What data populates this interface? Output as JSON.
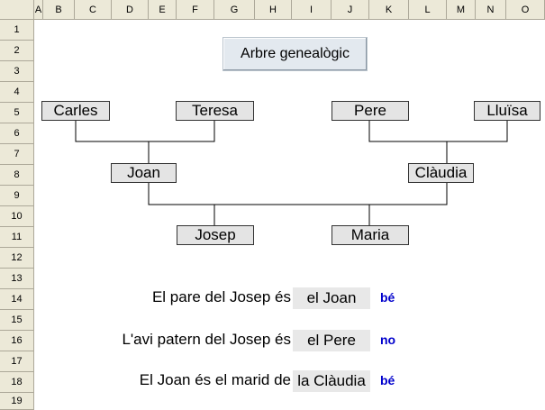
{
  "sheet": {
    "columns": [
      "A",
      "B",
      "C",
      "D",
      "E",
      "F",
      "G",
      "H",
      "I",
      "J",
      "K",
      "L",
      "M",
      "N",
      "O"
    ],
    "rows": [
      "1",
      "2",
      "3",
      "4",
      "5",
      "6",
      "7",
      "8",
      "9",
      "10",
      "11",
      "12",
      "13",
      "14",
      "15",
      "16",
      "17",
      "18",
      "19"
    ]
  },
  "button": {
    "label": "Arbre genealògic"
  },
  "tree": {
    "carles": "Carles",
    "teresa": "Teresa",
    "pere": "Pere",
    "lluisa": "Lluïsa",
    "joan": "Joan",
    "claudia": "Clàudia",
    "josep": "Josep",
    "maria": "Maria"
  },
  "questions": [
    {
      "label": "El pare del Josep és",
      "answer": "el Joan",
      "result": "bé"
    },
    {
      "label": "L'avi patern del Josep és",
      "answer": "el Pere",
      "result": "no"
    },
    {
      "label": "El Joan és el marid de",
      "answer": "la Clàudia",
      "result": "bé"
    }
  ],
  "colors": {
    "result": "#0000cc",
    "header_bg": "#ece9d8",
    "box_bg": "#e4e4e4"
  }
}
